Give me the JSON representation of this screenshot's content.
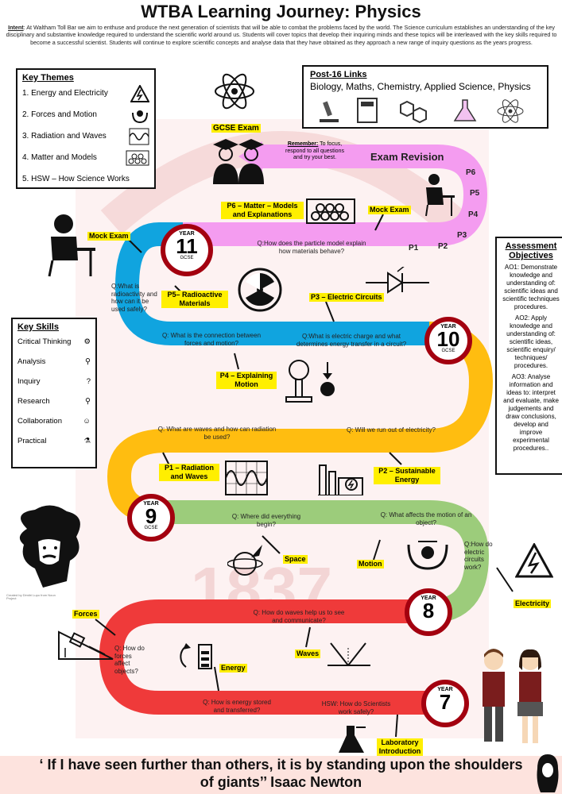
{
  "title": "WTBA Learning Journey: Physics",
  "intro": {
    "label": "Intent",
    "text": ": At Waltham Toll Bar we aim to enthuse and produce the next generation of scientists that will be able to combat the problems faced by the world. The Science curriculum establishes an understanding of the key disciplinary and substantive knowledge required to understand the scientific world around us. Students will cover topics that develop their inquiring minds and these topics will be interleaved with the key skills required to become a successful scientist. Students will continue to explore scientific concepts and analyse data that they have obtained as they approach a new range of inquiry questions as the years progress."
  },
  "key_themes": {
    "heading": "Key Themes",
    "items": [
      {
        "label": "1.  Energy and Electricity",
        "icon": "electricity-icon"
      },
      {
        "label": "2. Forces and Motion",
        "icon": "motion-icon"
      },
      {
        "label": "3. Radiation and Waves",
        "icon": "waves-icon"
      },
      {
        "label": "4. Matter and Models",
        "icon": "particles-icon"
      },
      {
        "label": "5. HSW – How Science Works",
        "icon": ""
      }
    ]
  },
  "key_skills": {
    "heading": "Key Skills",
    "items": [
      "Critical Thinking",
      "Analysis",
      "Inquiry",
      "Research",
      "Collaboration",
      "Practical"
    ]
  },
  "post16": {
    "heading": "Post-16 Links",
    "subjects": "Biology, Maths, Chemistry, Applied Science, Physics"
  },
  "assessment": {
    "heading": "Assessment Objectives",
    "ao1": "AO1: Demonstrate knowledge and understanding of: scientific ideas and scientific techniques procedures.",
    "ao2": "AO2: Apply knowledge and understanding of: scientific ideas, scientific enquiry/ techniques/ procedures.",
    "ao3": "AO3: Analyse information and ideas to: interpret and evaluate, make judgements and draw conclusions, develop and improve experimental procedures.."
  },
  "gcse_exam": "GCSE Exam",
  "remember": {
    "label": "Remember:",
    "text": " To focus, respond to all questions and try your best."
  },
  "exam_revision": "Exam Revision",
  "papers": [
    "P6",
    "P5",
    "P4",
    "P3",
    "P2",
    "P1"
  ],
  "years": [
    {
      "year": "YEAR",
      "num": "11",
      "gcse": "GCSE"
    },
    {
      "year": "YEAR",
      "num": "10",
      "gcse": "GCSE"
    },
    {
      "year": "YEAR",
      "num": "9",
      "gcse": "GCSE"
    },
    {
      "year": "YEAR",
      "num": "8",
      "gcse": ""
    },
    {
      "year": "YEAR",
      "num": "7",
      "gcse": ""
    }
  ],
  "topics": {
    "p6": "P6 – Matter – Models and Explanations",
    "mock_exam_right": "Mock Exam",
    "mock_exam_left": "Mock Exam",
    "p5": "P5– Radioactive Materials",
    "p3": "P3 – Electric Circuits",
    "p4": "P4 – Explaining Motion",
    "p1": "P1 – Radiation and Waves",
    "p2": "P2 – Sustainable Energy",
    "space": "Space",
    "motion": "Motion",
    "electricity": "Electricity",
    "forces": "Forces",
    "waves": "Waves",
    "energy": "Energy",
    "lab": "Laboratory Introduction"
  },
  "questions": {
    "q_particle": "Q:How does the particle model explain how materials behave?",
    "q_radio": "Q:What is radioactivity and how can it be used safely?",
    "q_forces_motion": "Q: What is the connection between forces and motion?",
    "q_charge": "Q:What is electric charge and what determines energy transfer in a circuit?",
    "q_waves_radiation": "Q: What are waves and how can radiation be used?",
    "q_run_out": "Q: Will we run out of electricity?",
    "q_begin": "Q: Where did everything begin?",
    "q_affects_motion": "Q: What affects the motion of an object?",
    "q_circuits": "Q:How do electric circuits work?",
    "q_waves_help": "Q: How do waves help us to see and communicate?",
    "q_forces_affect": "Q: How do forces affect objects?",
    "q_energy_stored": "Q: How is energy stored and transferred?",
    "q_hsw": "HSW: How do Scientists work safely?"
  },
  "credits": {
    "einstein": "Created by Dimitri Lupo from Noun Project"
  },
  "quote": {
    "line1": "‘ If I have seen further than others, it is by standing upon the shoulders",
    "line2": "of giants’’ Isaac Newton"
  },
  "colors": {
    "pink": "#f49cf0",
    "blue": "#10a4df",
    "orange": "#ffbd10",
    "green": "#9ccc7b",
    "red": "#ef3a3a",
    "maroon": "#a3000f",
    "highlight": "#ffef00"
  }
}
